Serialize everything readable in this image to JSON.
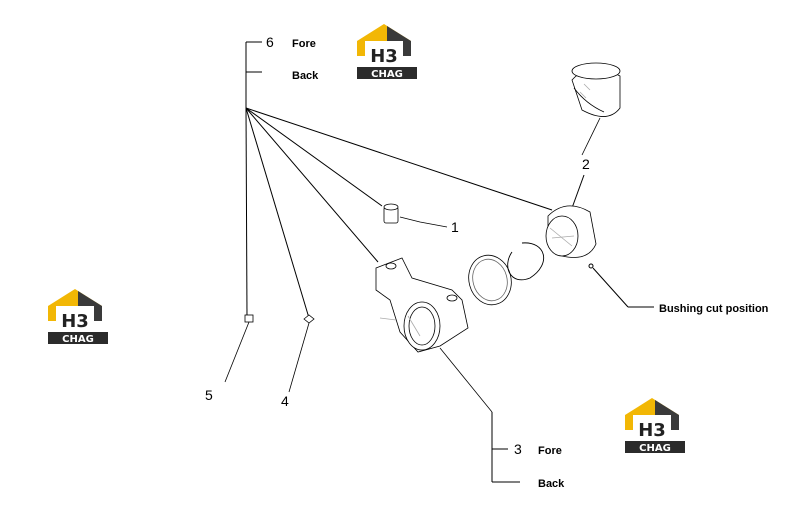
{
  "callouts": {
    "part1": "1",
    "part2": "2",
    "part3": "3",
    "part4": "4",
    "part5": "5",
    "part6": "6"
  },
  "labels": {
    "fore_6": "Fore",
    "back_6": "Back",
    "fore_3": "Fore",
    "back_3": "Back",
    "bushing_cut": "Bushing cut  position"
  },
  "logo": {
    "main_text": "H3",
    "band_text": "CHAG",
    "accent_color": "#f2b705",
    "dark_color": "#222222"
  }
}
